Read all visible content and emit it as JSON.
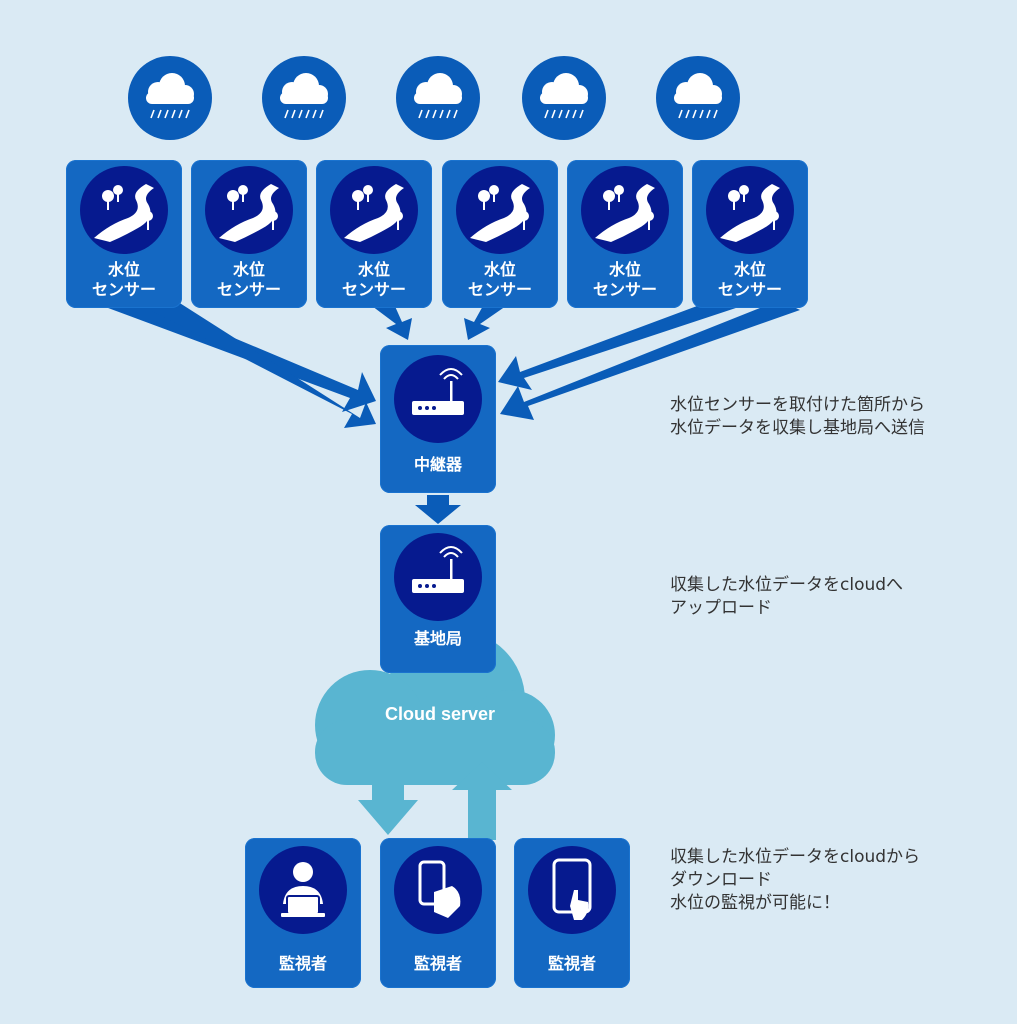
{
  "sensors": [
    {
      "line1": "水位",
      "line2": "センサー"
    },
    {
      "line1": "水位",
      "line2": "センサー"
    },
    {
      "line1": "水位",
      "line2": "センサー"
    },
    {
      "line1": "水位",
      "line2": "センサー"
    },
    {
      "line1": "水位",
      "line2": "センサー"
    },
    {
      "line1": "水位",
      "line2": "センサー"
    }
  ],
  "relay": {
    "label": "中継器"
  },
  "base_station": {
    "label": "基地局"
  },
  "cloud": {
    "label": "Cloud server"
  },
  "watchers": [
    {
      "label": "監視者",
      "icon": "person-laptop-icon"
    },
    {
      "label": "監視者",
      "icon": "hand-smartphone-icon"
    },
    {
      "label": "監視者",
      "icon": "tablet-touch-icon"
    }
  ],
  "notes": {
    "sensors": [
      "水位センサーを取付けた箇所から",
      "水位データを収集し基地局へ送信"
    ],
    "upload": [
      "収集した水位データをcloudへ",
      "アップロード"
    ],
    "download": [
      "収集した水位データをcloudから",
      "ダウンロード",
      "水位の監視が可能に！"
    ]
  },
  "colors": {
    "background": "#daeaf4",
    "box": "#1468c2",
    "disc": "#061a8f",
    "rain_circle": "#0a5cb8",
    "arrow": "#0a5cb8",
    "cloud": "#59b5d1"
  }
}
